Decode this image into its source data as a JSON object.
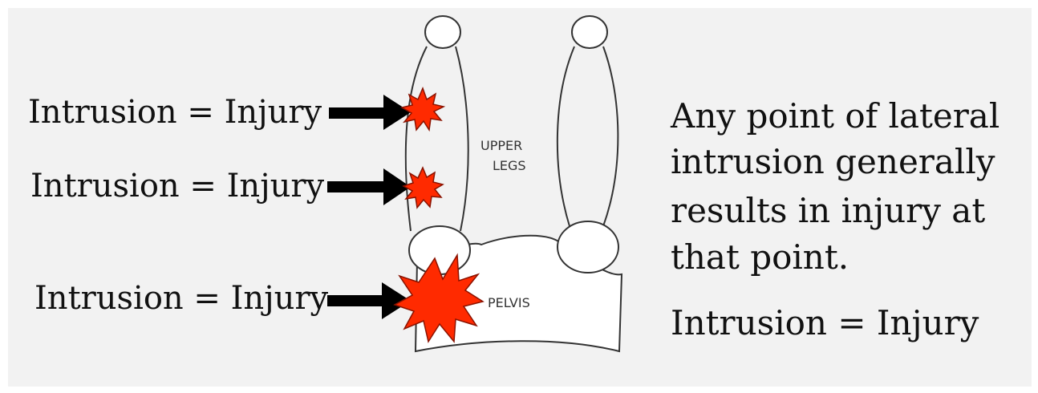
{
  "left_labels": [
    "Intrusion = Injury",
    "Intrusion = Injury",
    "Intrusion = Injury"
  ],
  "diagram": {
    "upper_legs_line1": "UPPER",
    "upper_legs_line2": "LEGS",
    "pelvis": "PELVIS"
  },
  "right_text": {
    "lines": [
      "Any point of lateral",
      "intrusion generally",
      "results in injury at",
      "that point."
    ],
    "conclusion": "Intrusion = Injury"
  },
  "colors": {
    "burst_fill": "#ff2a00",
    "burst_stroke": "#8a1200",
    "arrow": "#000000",
    "outline": "#333333",
    "background": "#f2f2f2"
  }
}
